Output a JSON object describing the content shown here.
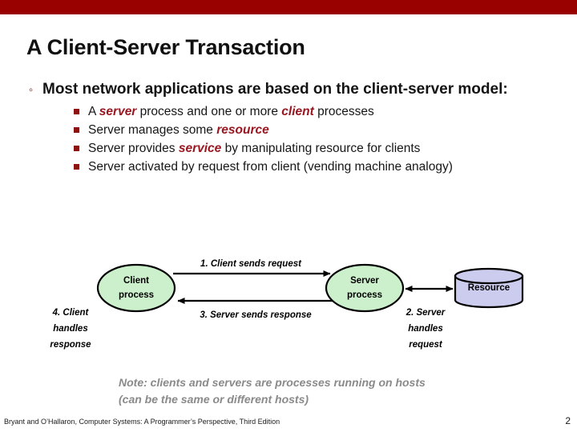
{
  "theme": {
    "accent_bar_color": "#990000",
    "highlight_text_color": "#9A1621",
    "bullet_marker_color": "#8D1111",
    "note_text_color": "#8A8A8A",
    "process_node_fill": "#CCF0CC",
    "resource_node_fill": "#CCCCEE",
    "node_stroke": "#000000"
  },
  "title": "A Client-Server Transaction",
  "bullets": {
    "level1": {
      "marker": "circle-bullet-icon",
      "text": "Most network applications are based on the client-server model:"
    },
    "level2": [
      {
        "marker": "square-bullet-icon",
        "parts": [
          {
            "text": "A ",
            "highlight": false
          },
          {
            "text": "server",
            "highlight": true
          },
          {
            "text": " process and one or more ",
            "highlight": false
          },
          {
            "text": "client",
            "highlight": true
          },
          {
            "text": " processes",
            "highlight": false
          }
        ]
      },
      {
        "marker": "square-bullet-icon",
        "parts": [
          {
            "text": "Server manages some ",
            "highlight": false
          },
          {
            "text": "resource",
            "highlight": true
          }
        ]
      },
      {
        "marker": "square-bullet-icon",
        "parts": [
          {
            "text": "Server provides ",
            "highlight": false
          },
          {
            "text": "service",
            "highlight": true
          },
          {
            "text": " by manipulating resource for clients",
            "highlight": false
          }
        ]
      },
      {
        "marker": "square-bullet-icon",
        "parts": [
          {
            "text": "Server activated by request from client (vending machine analogy)",
            "highlight": false
          }
        ]
      }
    ]
  },
  "diagram": {
    "nodes": {
      "client": {
        "line1": "Client",
        "line2": "process",
        "shape": "ellipse"
      },
      "server": {
        "line1": "Server",
        "line2": "process",
        "shape": "ellipse"
      },
      "resource": {
        "line1": "Resource",
        "shape": "cylinder"
      }
    },
    "labels": {
      "step1": "1. Client sends request",
      "step2_line1": "2. Server",
      "step2_line2": "handles",
      "step2_line3": "request",
      "step3": "3. Server sends response",
      "step4_line1": "4. Client",
      "step4_line2": "handles",
      "step4_line3": "response"
    }
  },
  "note": {
    "line1": "Note: clients and servers are processes running on hosts",
    "line2": "(can be the same or different hosts)"
  },
  "footer": {
    "attribution": "Bryant and O’Hallaron, Computer Systems: A Programmer’s Perspective, Third Edition",
    "page_number": "2"
  }
}
